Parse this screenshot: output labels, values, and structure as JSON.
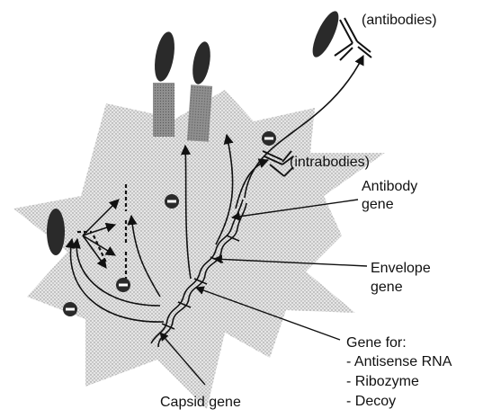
{
  "labels": {
    "antibodies": "(antibodies)",
    "intrabodies": "(intrabodies)",
    "antibody_gene_line1": "Antibody",
    "antibody_gene_line2": "gene",
    "envelope_gene_line1": "Envelope",
    "envelope_gene_line2": "gene",
    "gene_for_title": "Gene for:",
    "gene_for_items": [
      "- Antisense RNA",
      "- Ribozyme",
      "- Decoy"
    ],
    "capsid_gene": "Capsid gene"
  },
  "colors": {
    "cell_fill": "#d4d4d4",
    "dark": "#2a2a2a",
    "ink": "#111111"
  }
}
